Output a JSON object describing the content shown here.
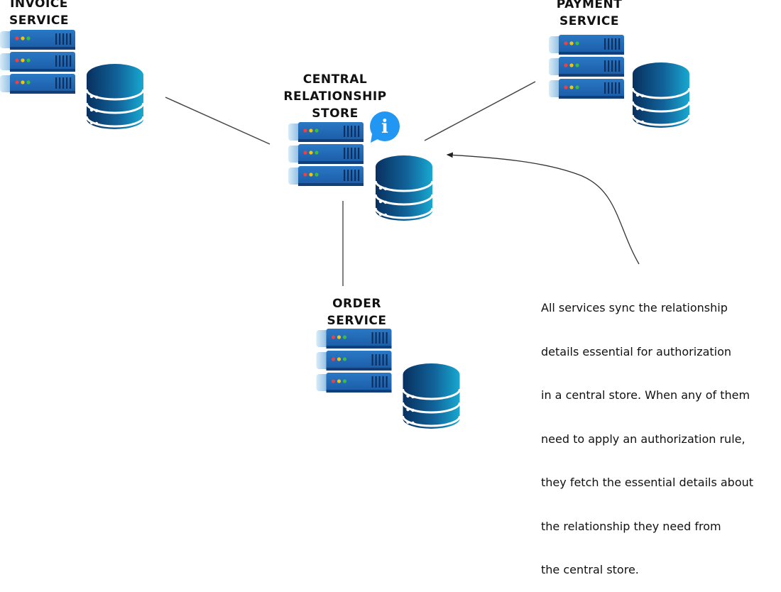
{
  "diagram": {
    "nodes": [
      {
        "id": "invoice",
        "label_lines": [
          "INVOICE",
          "SERVICE"
        ],
        "server_icon": "server-rack-icon",
        "db_icon": "database-icon"
      },
      {
        "id": "payment",
        "label_lines": [
          "PAYMENT",
          "SERVICE"
        ],
        "server_icon": "server-rack-icon",
        "db_icon": "database-icon"
      },
      {
        "id": "central",
        "label_lines": [
          "CENTRAL",
          "RELATIONSHIP",
          "STORE"
        ],
        "server_icon": "server-rack-icon",
        "db_icon": "database-icon",
        "badge_icon": "info-bubble-icon",
        "badge_text": "i"
      },
      {
        "id": "order",
        "label_lines": [
          "ORDER",
          "SERVICE"
        ],
        "server_icon": "server-rack-icon",
        "db_icon": "database-icon"
      }
    ],
    "edges": [
      {
        "from": "invoice",
        "to": "central"
      },
      {
        "from": "payment",
        "to": "central"
      },
      {
        "from": "order",
        "to": "central"
      }
    ],
    "annotation": {
      "lines": [
        "All services sync the relationship",
        "details essential for authorization",
        "in a central store. When any of them",
        "need to apply an authorization rule,",
        "they fetch the essential details about",
        "the relationship they need from",
        "the central store."
      ],
      "points_to": "central"
    },
    "colors": {
      "server_blue": "#1f63b0",
      "server_dark": "#0f3f7d",
      "db_dark": "#0a3566",
      "db_light": "#17a3cc",
      "info_blue": "#2196f3",
      "led_red": "#f04040",
      "led_yellow": "#f5c400",
      "led_green": "#3bbf3b"
    }
  }
}
